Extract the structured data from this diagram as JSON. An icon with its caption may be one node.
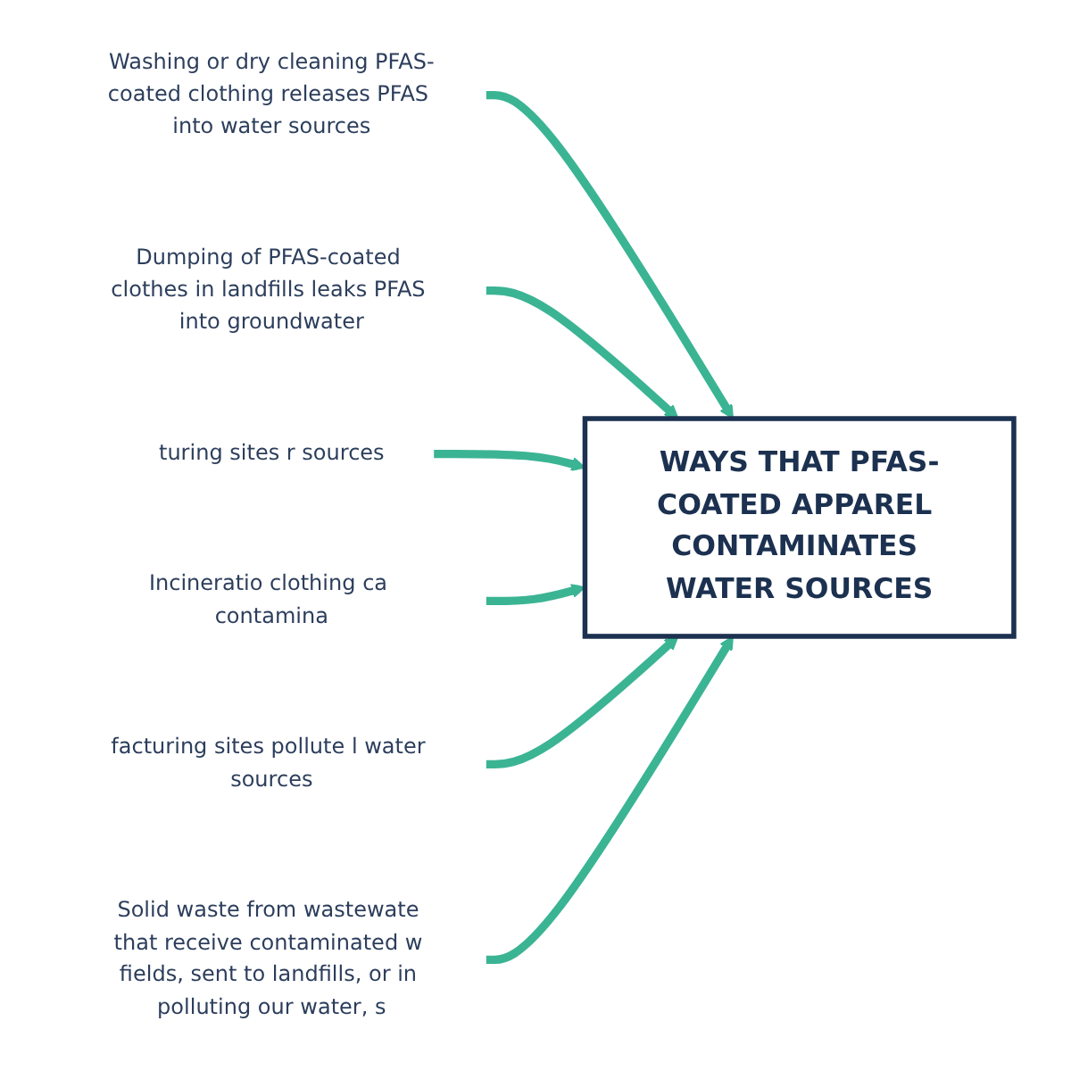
{
  "diagram": {
    "nodes": [
      {
        "text": [
          "Washing or dry cleaning PFAS-coated clothing releases PFAS into water sources"
        ]
      },
      {
        "text": [
          "Dumping of PFAS-coated clothes in landfills leaks PFAS into groundwater"
        ]
      },
      {
        "text": [
          "turing sites r sources"
        ]
      },
      {
        "text": [
          "WAYS THAT PFAS-COATED APPAREL CONTAMINATES WATER SOURCES"
        ]
      },
      {
        "text": [
          "Incineratio clothing ca contamina"
        ]
      },
      {
        "text": [
          "facturing sites pollute l water sources"
        ]
      },
      {
        "text": [
          "Solid waste from wastewate that receive contaminated w fields, sent to landfills, or in polluting our water, s"
        ]
      }
    ],
    "edges": [
      {
        "from": 0,
        "to": 3,
        "arrow": "to"
      },
      {
        "from": 1,
        "to": 3,
        "arrow": "to"
      },
      {
        "from": 2,
        "to": 3,
        "arrow": "to"
      },
      {
        "from": 4,
        "to": 3,
        "arrow": "to"
      },
      {
        "from": 5,
        "to": 3,
        "arrow": "to"
      },
      {
        "from": 6,
        "to": 3,
        "arrow": "to"
      }
    ]
  }
}
